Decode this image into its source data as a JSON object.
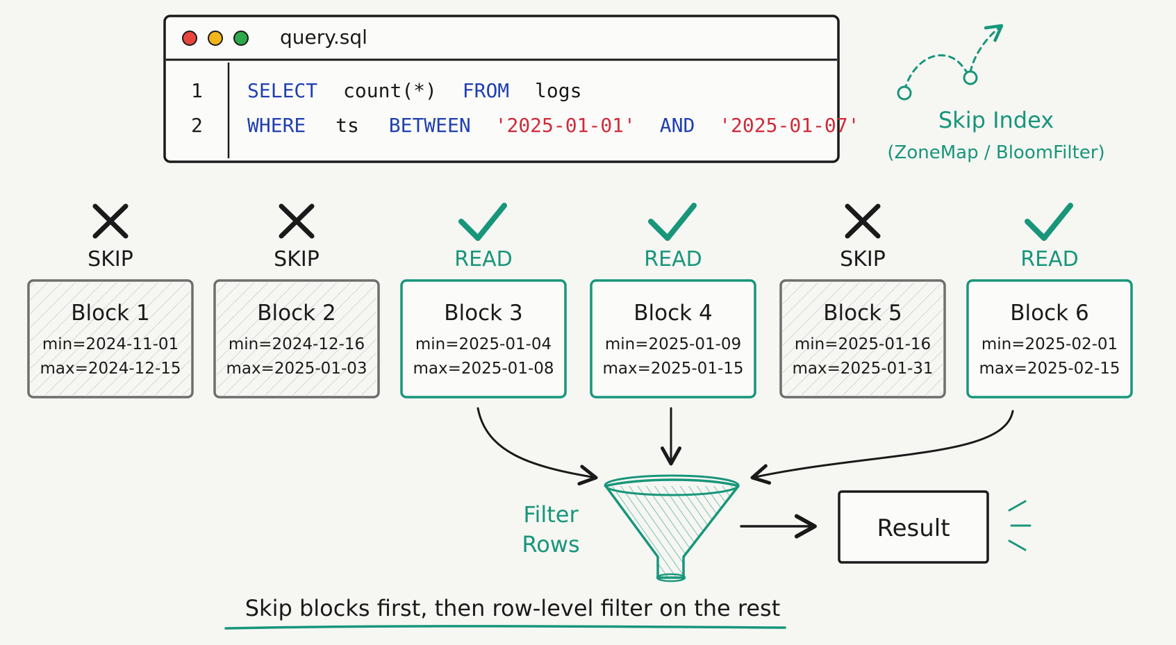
{
  "editor": {
    "title": "query.sql",
    "line_numbers": [
      "1",
      "2"
    ],
    "line1": {
      "kw_select": "SELECT",
      "fn": "count(*)",
      "kw_from": "FROM",
      "table": "logs"
    },
    "line2": {
      "kw_where": "WHERE",
      "col": "ts",
      "kw_between": "BETWEEN",
      "lit_start": "'2025-01-01'",
      "kw_and": "AND",
      "lit_end": "'2025-01-07'"
    }
  },
  "skip_index": {
    "title": "Skip Index",
    "subtitle": "(ZoneMap / BloomFilter)"
  },
  "blocks": [
    {
      "status": "SKIP",
      "name": "Block 1",
      "min": "min=2024-11-01",
      "max": "max=2024-12-15"
    },
    {
      "status": "SKIP",
      "name": "Block 2",
      "min": "min=2024-12-16",
      "max": "max=2025-01-03"
    },
    {
      "status": "READ",
      "name": "Block 3",
      "min": "min=2025-01-04",
      "max": "max=2025-01-08"
    },
    {
      "status": "READ",
      "name": "Block 4",
      "min": "min=2025-01-09",
      "max": "max=2025-01-15"
    },
    {
      "status": "SKIP",
      "name": "Block 5",
      "min": "min=2025-01-16",
      "max": "max=2025-01-31"
    },
    {
      "status": "READ",
      "name": "Block 6",
      "min": "min=2025-02-01",
      "max": "max=2025-02-15"
    }
  ],
  "filter": {
    "line1": "Filter",
    "line2": "Rows"
  },
  "result": {
    "label": "Result"
  },
  "caption": "Skip blocks first, then row-level filter on the rest",
  "colors": {
    "green": "#17967a",
    "keyword_blue": "#1f3fb0",
    "literal_red": "#cf2a3a",
    "skip_gray": "#6e6e6e",
    "ink": "#1a1a1a",
    "dot_red": "#e8453c",
    "dot_yellow": "#f2b51c",
    "dot_green": "#2ea84a"
  }
}
